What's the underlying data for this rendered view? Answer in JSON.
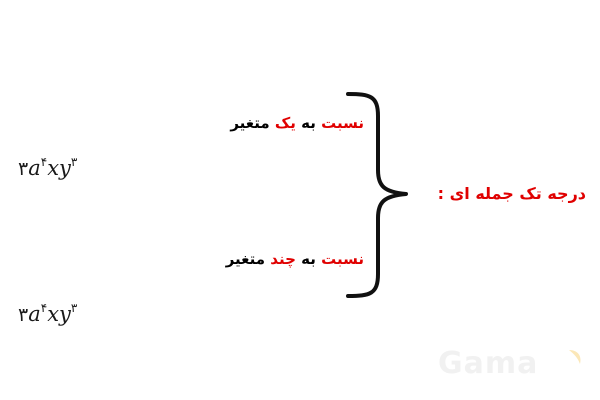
{
  "title": {
    "text": "درجه تک جمله ای",
    "colon": ":",
    "color": "#e00000"
  },
  "branches": [
    {
      "prefix": "نسبت",
      "connector": "به",
      "highlight": "یک",
      "suffix": "متغیر"
    },
    {
      "prefix": "نسبت",
      "connector": "به",
      "highlight": "چند",
      "suffix": "متغیر"
    }
  ],
  "expressions": [
    {
      "coefficient": "۳",
      "a": "a",
      "a_exp": "۴",
      "x": "x",
      "y": "y",
      "y_exp": "۳"
    },
    {
      "coefficient": "۳",
      "a": "a",
      "a_exp": "۴",
      "x": "x",
      "y": "y",
      "y_exp": "۳"
    }
  ],
  "watermark": {
    "text": "Gama",
    "color": "#f1f1f1",
    "accent": "#fbe7b8"
  },
  "brace": {
    "icon": "right-curly-brace-icon",
    "color": "#111111"
  }
}
